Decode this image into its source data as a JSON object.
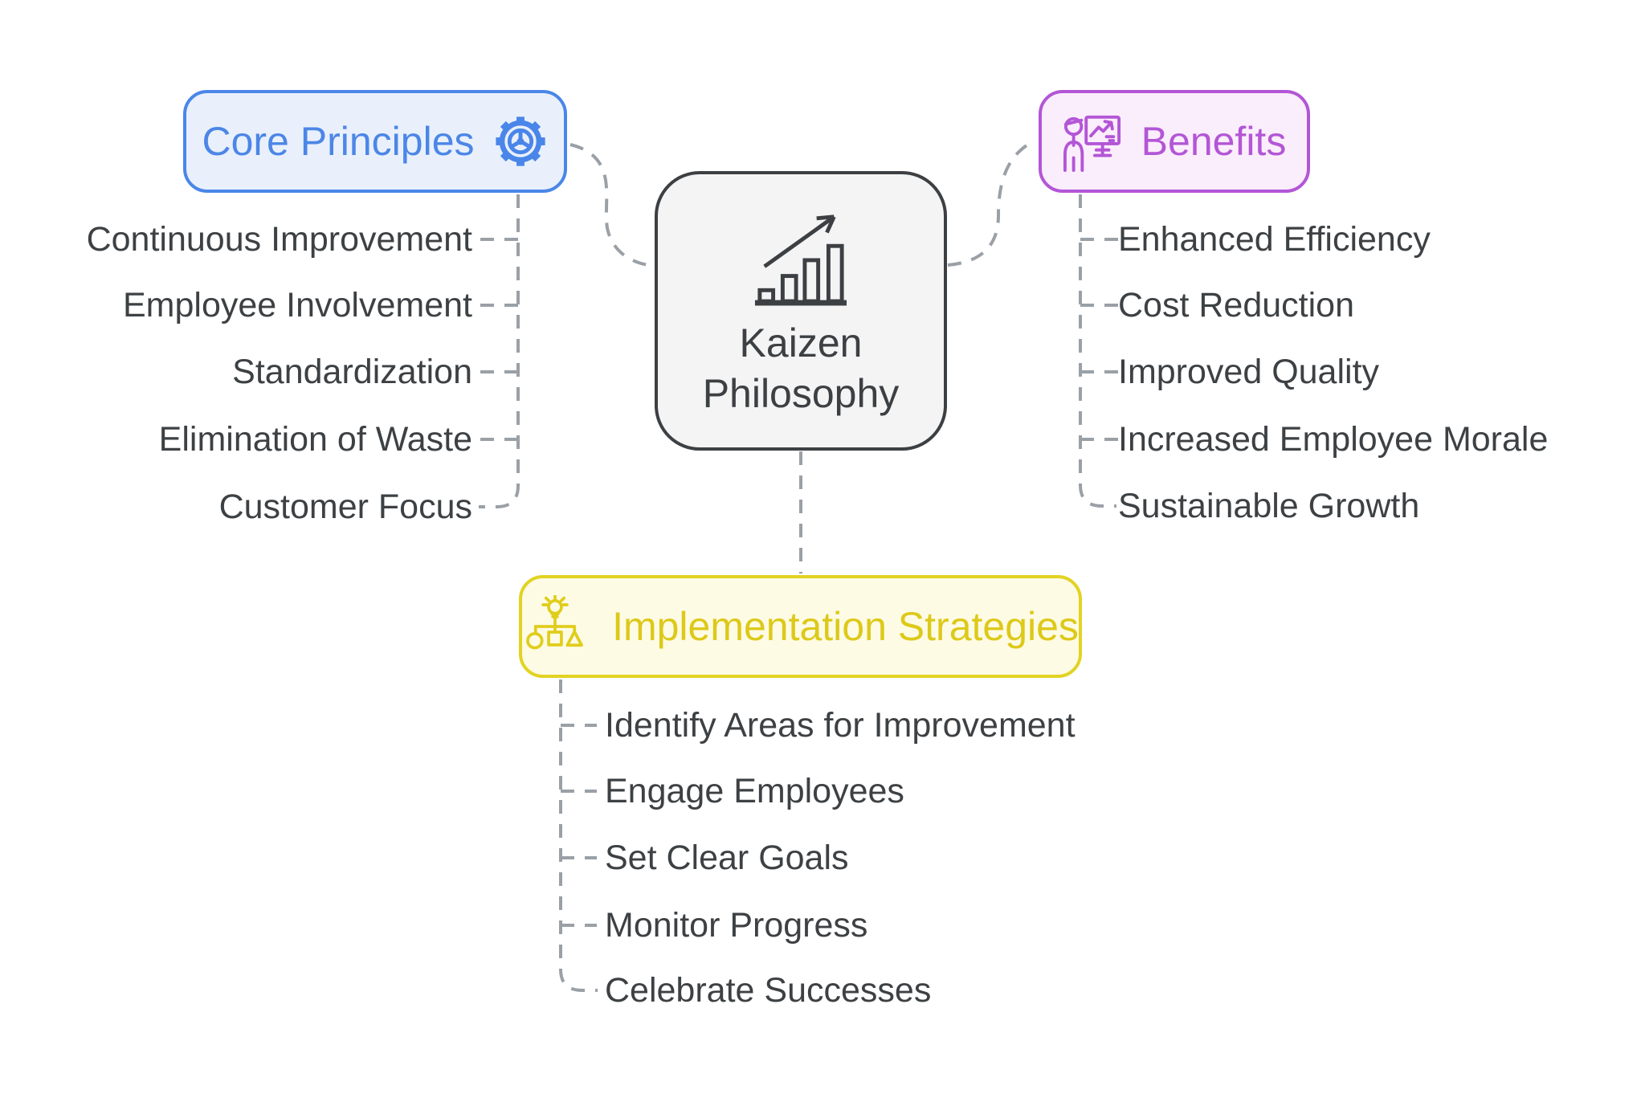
{
  "diagram": {
    "center": {
      "title": "Kaizen Philosophy",
      "icon": "growth-bar-chart"
    },
    "branches": [
      {
        "id": "core-principles",
        "label": "Core Principles",
        "icon": "gear",
        "accent_color": "#4a86e9",
        "fill_color": "#e9f0fc",
        "items": [
          "Continuous Improvement",
          "Employee Involvement",
          "Standardization",
          "Elimination of Waste",
          "Customer Focus"
        ]
      },
      {
        "id": "benefits",
        "label": "Benefits",
        "icon": "presenter-with-chart",
        "accent_color": "#b356d6",
        "fill_color": "#fbeefc",
        "items": [
          "Enhanced Efficiency",
          "Cost Reduction",
          "Improved Quality",
          "Increased Employee Morale",
          "Sustainable Growth"
        ]
      },
      {
        "id": "implementation-strategies",
        "label": "Implementation Strategies",
        "icon": "idea-planning",
        "accent_color": "#e2d322",
        "fill_color": "#fefbe5",
        "items": [
          "Identify Areas for Improvement",
          "Engage Employees",
          "Set Clear Goals",
          "Monitor Progress",
          "Celebrate Successes"
        ]
      }
    ],
    "center_colors": {
      "border": "#3d4043",
      "fill": "#f4f4f5"
    },
    "connector_color": "#9aa0a6"
  }
}
